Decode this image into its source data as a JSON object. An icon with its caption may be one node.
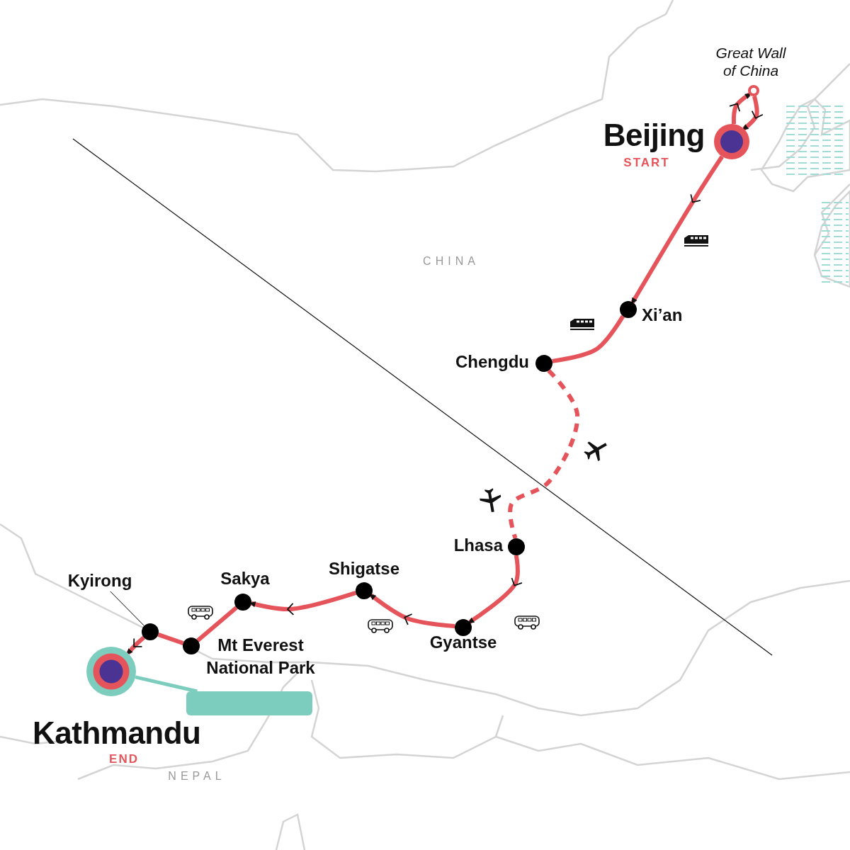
{
  "diagram": {
    "nodes": [
      {
        "text": [],
        "shape": "circle",
        "beside": [
          "Great Wall of China"
        ]
      },
      {
        "text": [],
        "shape": "circle",
        "beside": [
          "Beijing",
          "START"
        ]
      },
      {
        "text": [],
        "shape": "circle",
        "beside": [
          "Xi’an"
        ]
      },
      {
        "text": [],
        "shape": "circle",
        "beside": [
          "Chengdu"
        ]
      },
      {
        "text": [],
        "shape": "circle",
        "beside": [
          "Lhasa"
        ]
      },
      {
        "text": [],
        "shape": "circle",
        "beside": [
          "Shigatse"
        ]
      },
      {
        "text": [],
        "shape": "circle",
        "beside": [
          "Sakya"
        ]
      },
      {
        "text": [
          "Kyirong"
        ]
      },
      {
        "text": [],
        "shape": "circle"
      },
      {
        "text": [],
        "shape": "circle",
        "beside": [
          "Mt Everest National Park"
        ]
      },
      {
        "text": [],
        "shape": "circle",
        "beside": [
          "Gyantse"
        ]
      },
      {
        "text": [],
        "shape": "circle",
        "beside": [
          "Kathmandu",
          "END"
        ]
      },
      {
        "text": [],
        "shape": "box"
      }
    ],
    "edges": [
      {
        "from": 1,
        "to": 0,
        "arrow": "to"
      },
      {
        "from": 0,
        "to": 1,
        "arrow": "to"
      },
      {
        "from": 1,
        "to": 2,
        "arrow": "to"
      },
      {
        "from": 2,
        "to": 3,
        "arrow": "none"
      },
      {
        "from": 3,
        "to": 4,
        "arrow": "none",
        "style": "dashed"
      },
      {
        "from": 4,
        "to": 10,
        "arrow": "to"
      },
      {
        "from": 10,
        "to": 5,
        "arrow": "to"
      },
      {
        "from": 5,
        "to": 6,
        "arrow": "to"
      },
      {
        "from": 6,
        "to": 9,
        "arrow": "none"
      },
      {
        "from": 9,
        "to": 8,
        "arrow": "none"
      },
      {
        "from": 8,
        "to": 11,
        "arrow": "to"
      },
      {
        "from": 11,
        "to": 12,
        "arrow": "none",
        "color": "#7dcdbf"
      },
      {
        "from": 7,
        "to": 8,
        "arrow": "none",
        "color": "#000000"
      }
    ],
    "labels": [
      "CHINA",
      "NEPAL"
    ]
  }
}
